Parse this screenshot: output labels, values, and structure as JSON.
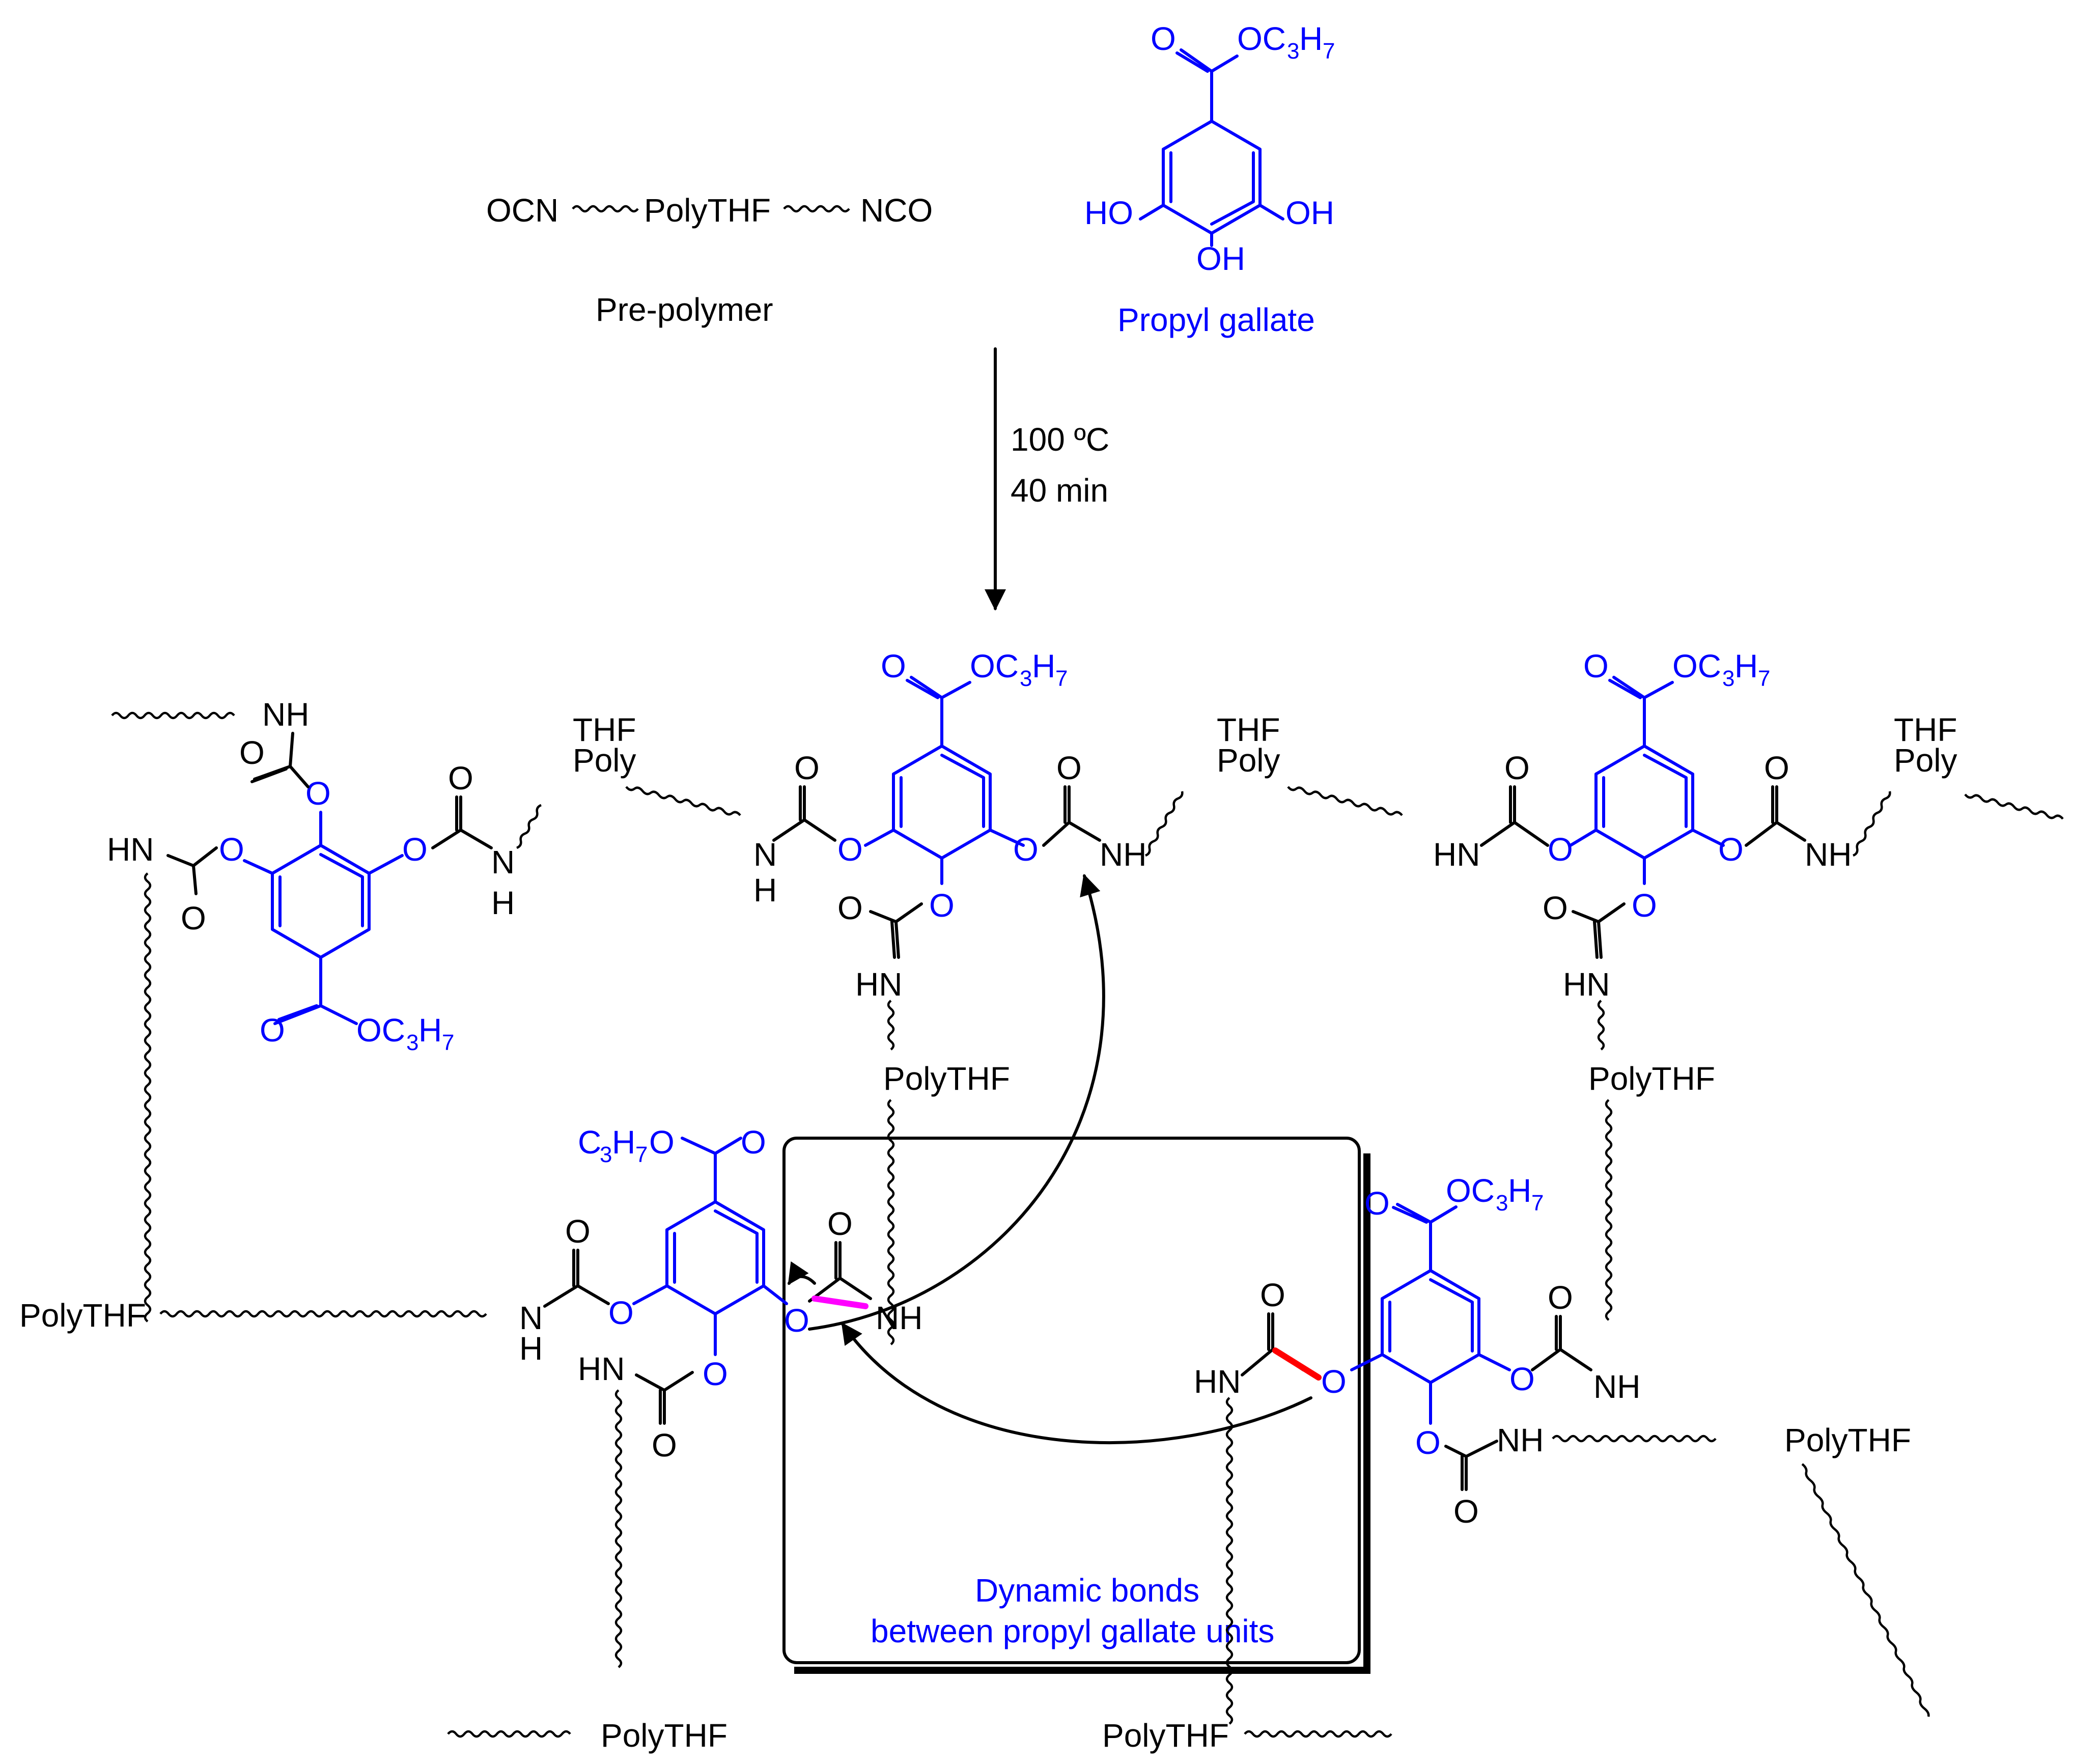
{
  "reactants": {
    "prepolymer_left_end": "OCN",
    "prepolymer_middle": "PolyTHF",
    "prepolymer_right_end": "NCO",
    "prepolymer_caption": "Pre-polymer",
    "gallate_caption": "Propyl gallate"
  },
  "conditions": {
    "line1": "100 ºC",
    "line2": "40 min"
  },
  "atoms": {
    "oxygen": "O",
    "hydroxyl": "HO",
    "hydroxyl_right": "OH",
    "amine": "NH",
    "amine_left": "HN",
    "nitrogen": "N",
    "hydrogen": "H",
    "ester_main": "OC",
    "ester_sub3": "3",
    "ester_H": "H",
    "ester_sub7": "7",
    "poly": "Poly",
    "thf": "THF",
    "polythf": "PolyTHF",
    "propyl_left": "C",
    "propyl_left_O": "O"
  },
  "box_caption": {
    "line1": "Dynamic bonds",
    "line2": "between propyl gallate units"
  },
  "colors": {
    "gallate": "#0000ff",
    "polymer": "#000000",
    "dynamic_bond_magenta": "#ff00ff",
    "dynamic_bond_red": "#ff0000"
  }
}
